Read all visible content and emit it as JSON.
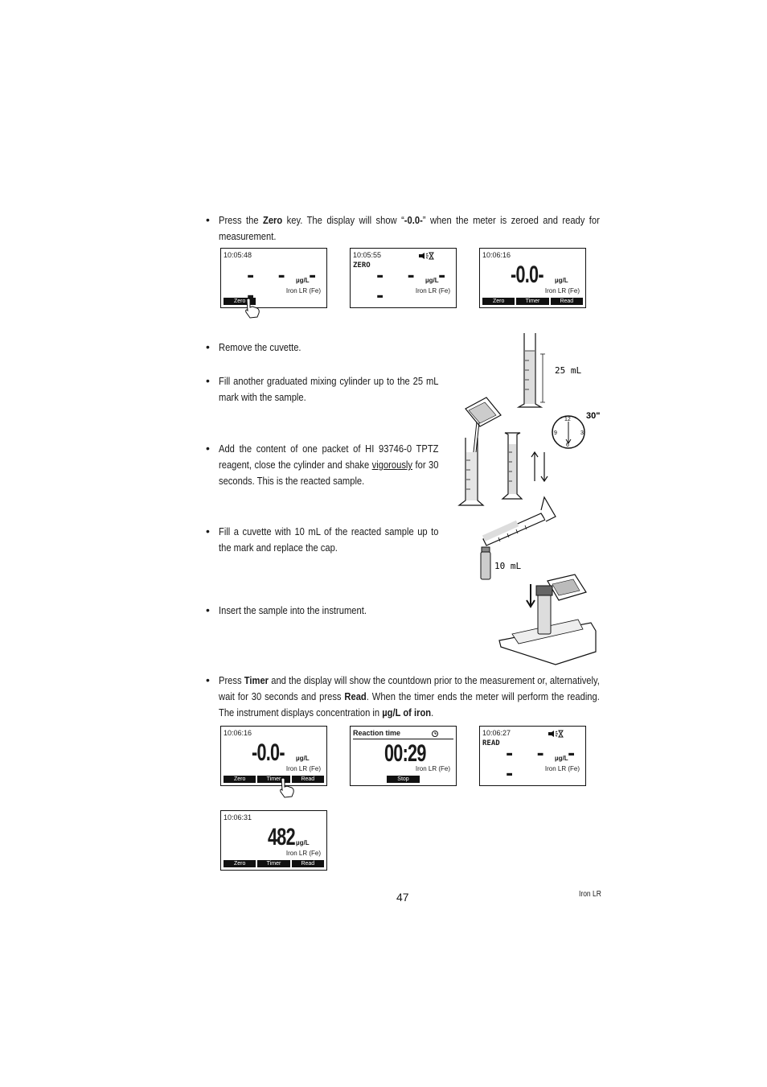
{
  "steps": [
    {
      "pre": "Press the ",
      "k1": "Zero",
      "mid": " key. The display will show “",
      "k2": "-0.0-",
      "post": "” when the meter is zeroed and ready for measurement."
    },
    {
      "text": "Remove the cuvette."
    },
    {
      "text": "Fill another graduated mixing cylinder up to the 25 mL mark with the sample."
    },
    {
      "pre": "Add the content of one packet of HI 93746-0 TPTZ reagent, close the cylinder and shake ",
      "u": "vigorously",
      "post": " for 30 seconds. This is the reacted sample."
    },
    {
      "text": "Fill a cuvette with 10 mL of the reacted sample up to the mark and replace the cap."
    },
    {
      "text": "Insert the sample into the instrument."
    },
    {
      "pre": "Press ",
      "k1": "Timer",
      "mid": " and the display will show the countdown prior to the measurement or, alternatively, wait for 30 seconds and press ",
      "k2": "Read",
      "mid2": ". When the timer ends the meter will perform the reading. The instrument displays concentration in ",
      "k3": "µg/L of iron",
      "post": "."
    }
  ],
  "displays": {
    "d1": {
      "time": "10:05:48",
      "dashes": "- - - -",
      "unit": "µg/L",
      "param": "Iron LR (Fe)",
      "keys": [
        "Zero",
        "",
        ""
      ]
    },
    "d2": {
      "time": "10:05:55",
      "mode": "ZERO",
      "dashes": "- - - -",
      "unit": "µg/L",
      "param": "Iron LR (Fe)"
    },
    "d3": {
      "time": "10:06:16",
      "value": "-0.0-",
      "unit": "µg/L",
      "param": "Iron LR (Fe)",
      "keys": [
        "Zero",
        "Timer",
        "Read"
      ]
    },
    "d4": {
      "time": "10:06:16",
      "value": "-0.0-",
      "unit": "µg/L",
      "param": "Iron LR (Fe)",
      "keys": [
        "Zero",
        "Timer",
        "Read"
      ]
    },
    "d5": {
      "header": "Reaction time",
      "value": "00:29",
      "param": "Iron LR (Fe)",
      "keys": [
        "Stop"
      ]
    },
    "d6": {
      "time": "10:06:27",
      "mode": "READ",
      "dashes": "- - - -",
      "unit": "µg/L",
      "param": "Iron LR (Fe)"
    },
    "d7": {
      "time": "10:06:31",
      "value": "482",
      "unit": "µg/L",
      "param": "Iron LR (Fe)",
      "keys": [
        "Zero",
        "Timer",
        "Read"
      ]
    }
  },
  "illustration": {
    "volume_25": "25 mL",
    "volume_10": "10 mL",
    "time_30": "30\"",
    "clock_12": "12",
    "clock_3": "3",
    "clock_6": "6",
    "clock_9": "9"
  },
  "page_number": "47",
  "footer": "Iron LR"
}
